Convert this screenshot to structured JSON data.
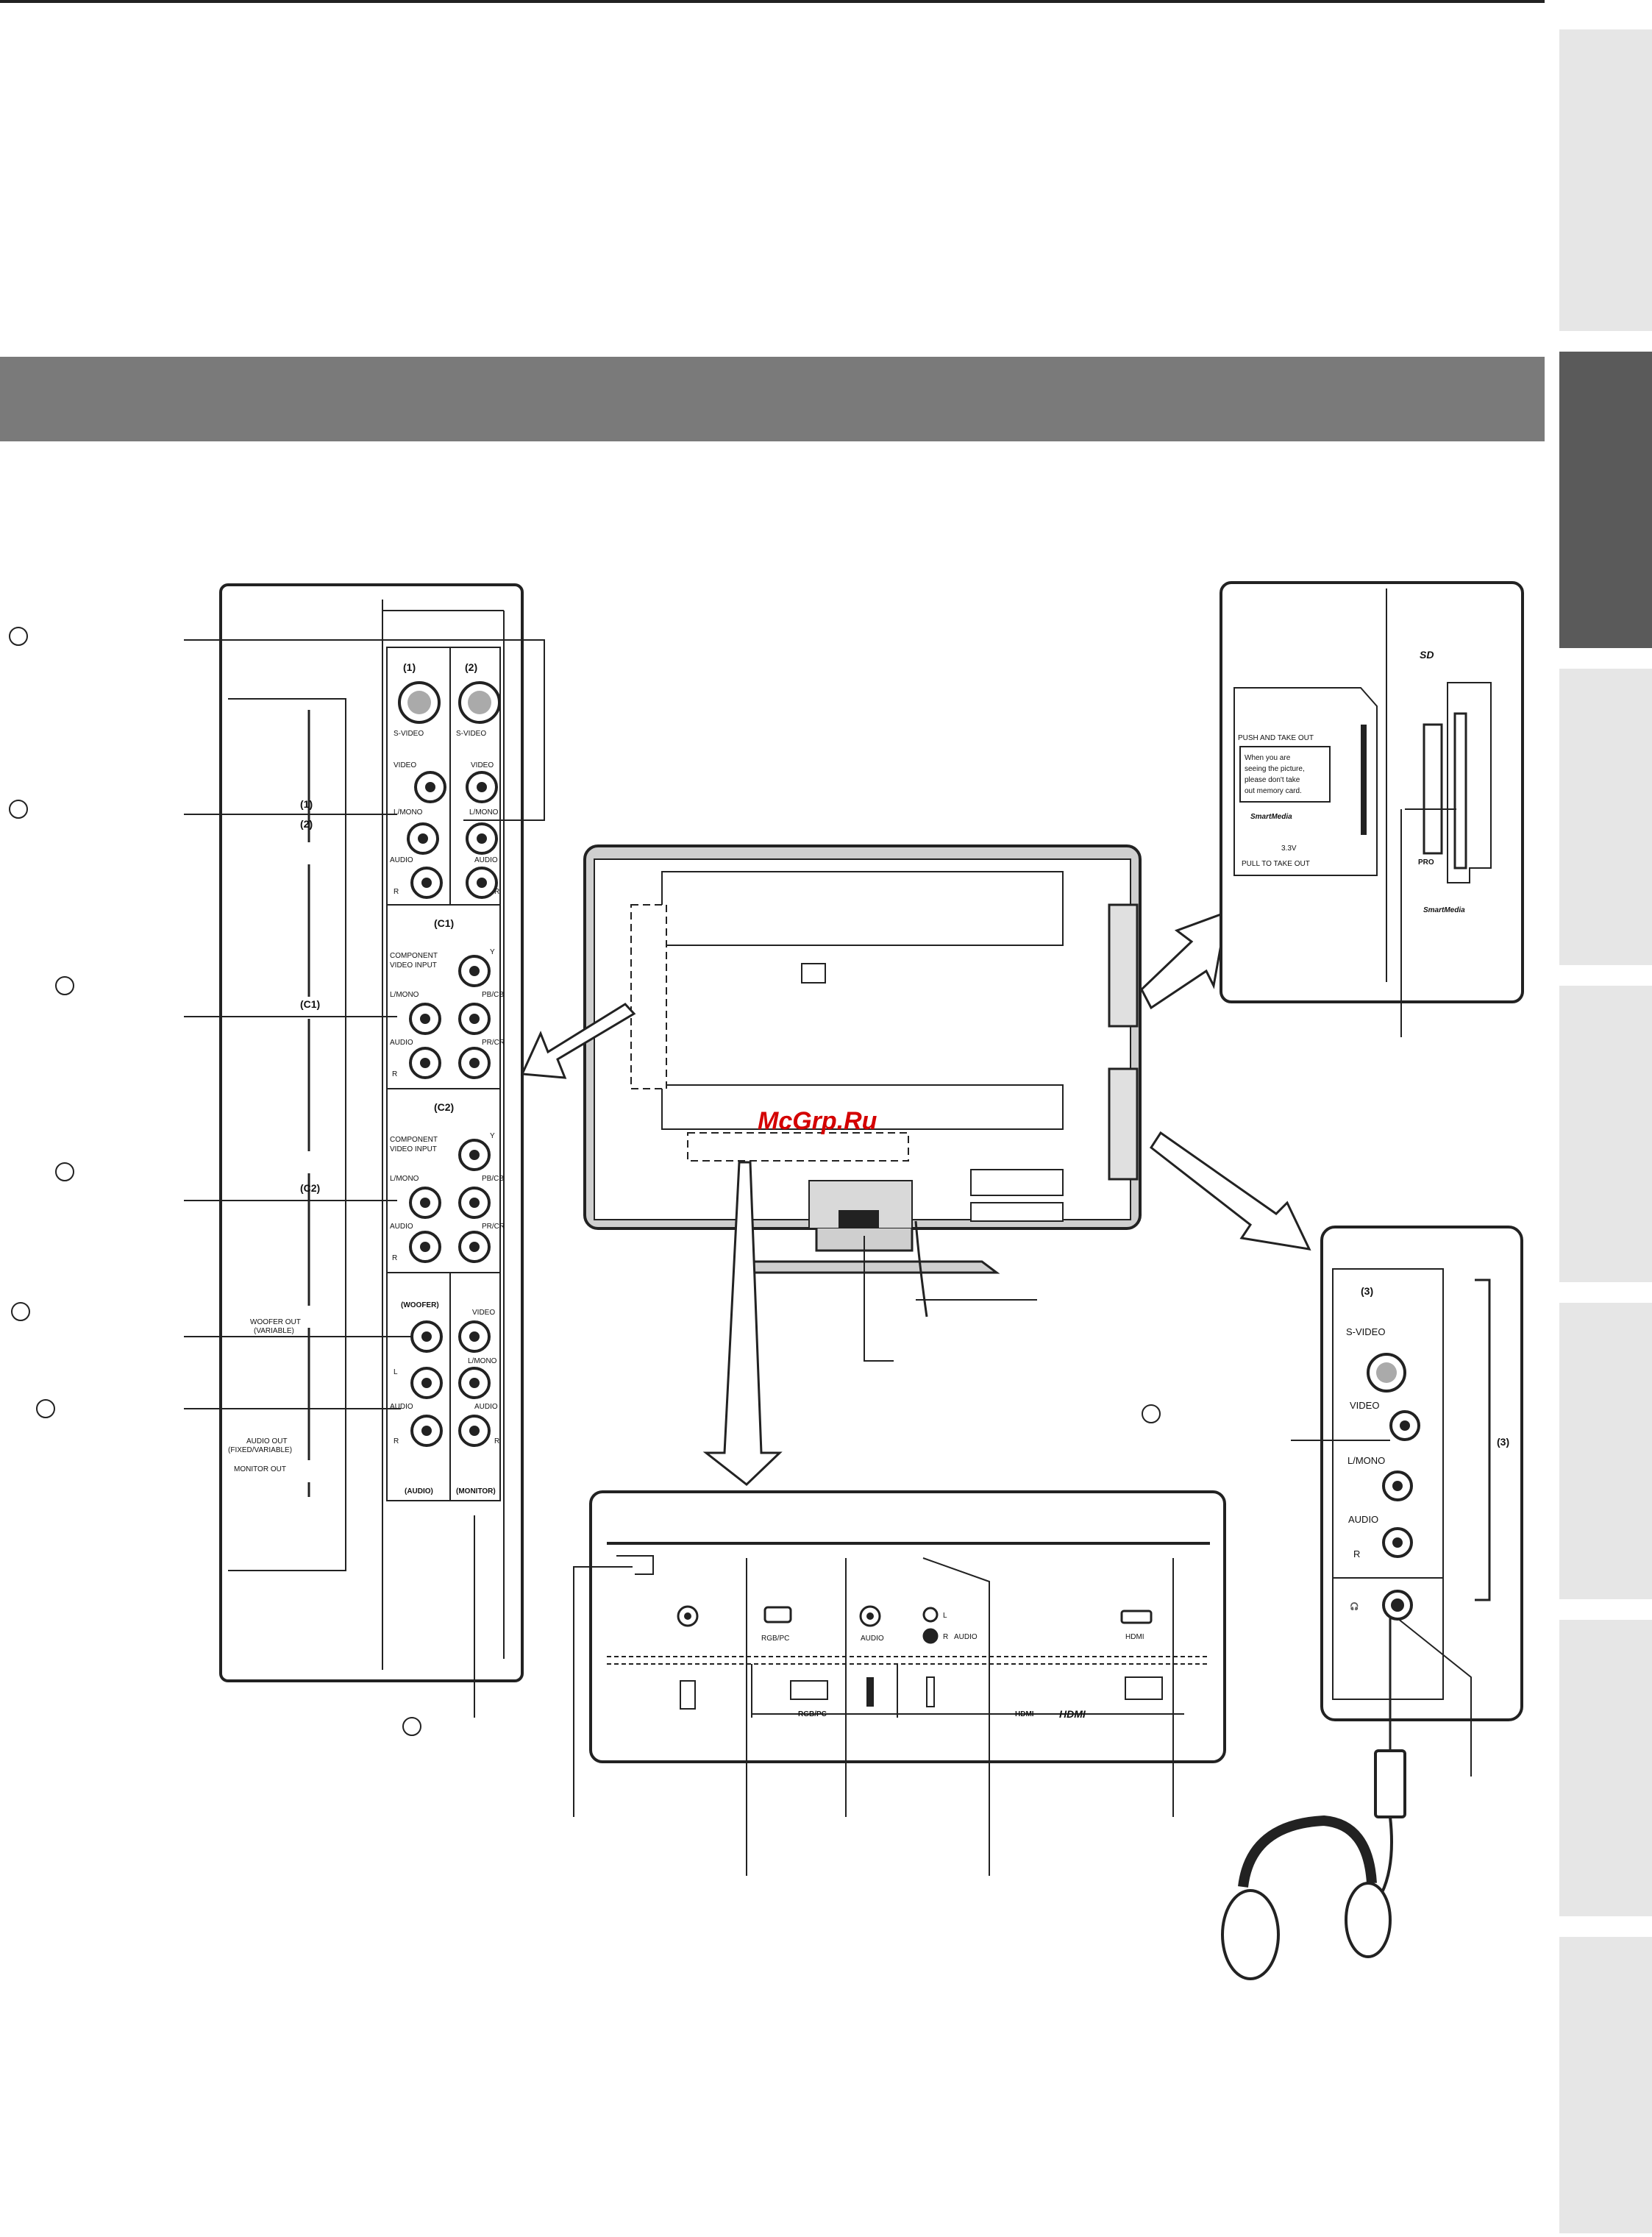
{
  "watermark": "McGrp.Ru",
  "side_panel": {
    "input1": "(1)",
    "input2": "(2)",
    "svideo": "S-VIDEO",
    "video": "VIDEO",
    "lmono": "L/MONO",
    "audio": "AUDIO",
    "l": "L",
    "r": "R",
    "inC1": "(C1)",
    "inC2": "(C2)",
    "component_line1": "COMPONENT",
    "component_line2": "VIDEO INPUT",
    "y": "Y",
    "pbcb": "PB/CB",
    "prcr": "PR/CR",
    "woofer": "(WOOFER)",
    "woofer_out": "WOOFER OUT",
    "variable": "(VARIABLE)",
    "audio_out": "AUDIO OUT",
    "fixed_variable": "(FIXED/VARIABLE)",
    "monitor_out": "MONITOR OUT",
    "audio_tag": "(AUDIO)",
    "monitor_tag": "(MONITOR)"
  },
  "left_labels": {
    "l1": "(1)",
    "l2": "(2)",
    "c1": "(C1)",
    "c2": "(C2)"
  },
  "card_panel": {
    "push": "PUSH AND TAKE OUT",
    "note1": "When you are",
    "note2": "seeing the picture,",
    "note3": "please don't take",
    "note4": "out memory card.",
    "smartmedia": "SmartMedia",
    "v33": "3.3V",
    "pull": "PULL TO TAKE OUT",
    "sd": "SD",
    "pro": "PRO",
    "smartmedia2": "SmartMedia"
  },
  "front_panel": {
    "input3": "(3)",
    "svideo": "S-VIDEO",
    "video": "VIDEO",
    "lmono": "L/MONO",
    "audio": "AUDIO",
    "r": "R",
    "bracket3": "(3)"
  },
  "bottom_panel": {
    "rgbpc": "RGB/PC",
    "audio": "AUDIO",
    "l": "L",
    "r": "R",
    "audio2": "AUDIO",
    "hdmi": "HDMI",
    "rgbpc2": "RGB/PC",
    "hdmi2": "HDMI",
    "hdmi_logo": "HDMI"
  }
}
